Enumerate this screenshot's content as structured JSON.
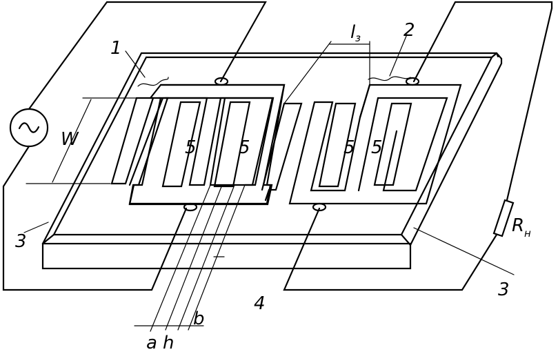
{
  "labels": {
    "finger_left_1": "5",
    "finger_left_2": "5",
    "finger_right_1": "5",
    "finger_right_2": "5",
    "electrode_1": "1",
    "electrode_2": "2",
    "substrate": "4",
    "edge_left": "3",
    "edge_right": "3",
    "width": "W",
    "gap_length_letter": "l",
    "gap_length_sub": "з",
    "dim_a": "a",
    "dim_h": "h",
    "dim_b": "b",
    "load_letter": "R",
    "load_sub": "н"
  }
}
